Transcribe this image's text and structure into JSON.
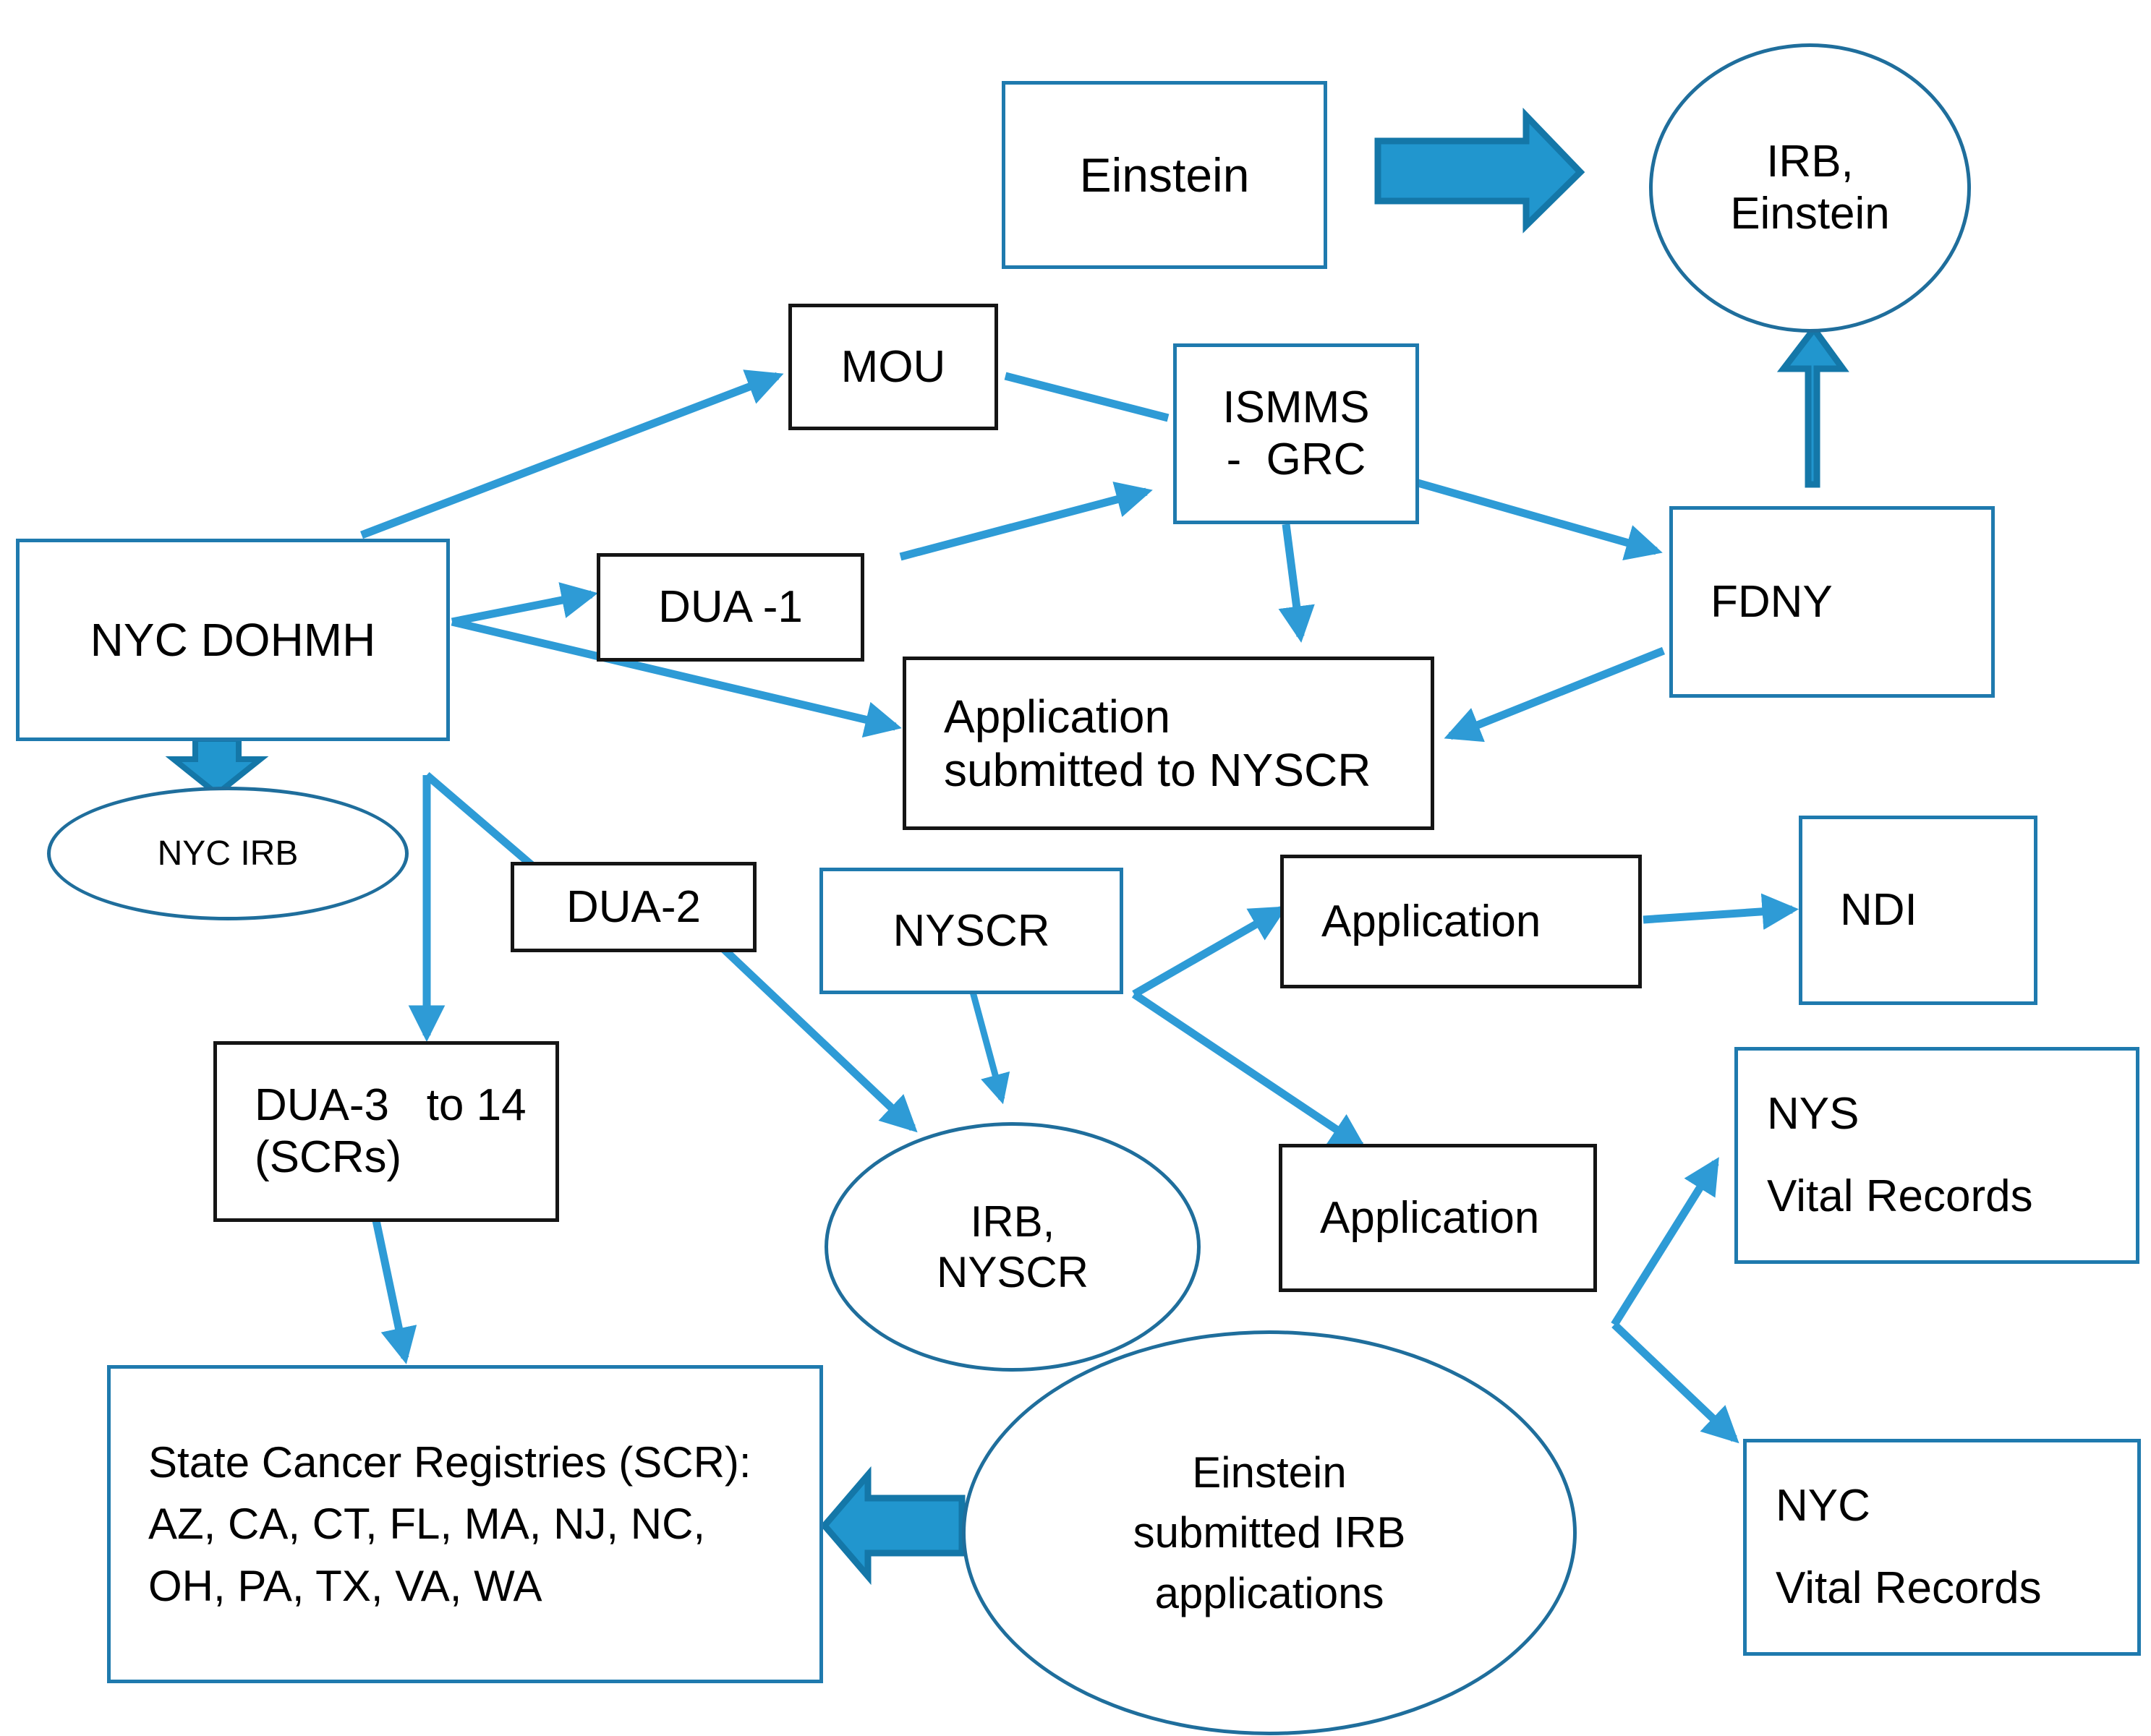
{
  "diagram": {
    "title": "Data use agreement and IRB approval workflow",
    "colors": {
      "line_blue": "#2E9BD6",
      "border_blue": "#1F7AAE",
      "border_black": "#151515",
      "block_arrow_fill": "#2196CE",
      "block_arrow_stroke": "#1477A8",
      "ellipse_stroke": "#1F6E9C",
      "text": "#000000",
      "background": "#FFFFFF"
    },
    "nodes": [
      {
        "id": "einstein",
        "label": "Einstein",
        "shape": "rect",
        "border": "blue"
      },
      {
        "id": "irb-einstein",
        "label": "IRB,\nEinstein",
        "shape": "circle",
        "border": "blue"
      },
      {
        "id": "mou",
        "label": "MOU",
        "shape": "rect",
        "border": "black"
      },
      {
        "id": "ismms-grc",
        "label": "ISMMS\n-  GRC",
        "shape": "rect",
        "border": "blue"
      },
      {
        "id": "nyc-dohmh",
        "label": "NYC DOHMH",
        "shape": "rect",
        "border": "blue"
      },
      {
        "id": "dua-1",
        "label": "DUA -1",
        "shape": "rect",
        "border": "black"
      },
      {
        "id": "fdny",
        "label": "FDNY",
        "shape": "rect",
        "border": "blue"
      },
      {
        "id": "app-to-nyscr",
        "label": "Application\nsubmitted to NYSCR",
        "shape": "rect",
        "border": "black"
      },
      {
        "id": "nyc-irb",
        "label": "NYC IRB",
        "shape": "ellipse",
        "border": "blue"
      },
      {
        "id": "dua-2",
        "label": "DUA-2",
        "shape": "rect",
        "border": "black"
      },
      {
        "id": "nyscr",
        "label": "NYSCR",
        "shape": "rect",
        "border": "blue"
      },
      {
        "id": "application-ndi",
        "label": "Application",
        "shape": "rect",
        "border": "black"
      },
      {
        "id": "ndi",
        "label": "NDI",
        "shape": "rect",
        "border": "blue"
      },
      {
        "id": "dua-3-14",
        "label": "DUA-3   to 14\n(SCRs)",
        "shape": "rect",
        "border": "black"
      },
      {
        "id": "irb-nyscr",
        "label": "IRB,\nNYSCR",
        "shape": "ellipse",
        "border": "blue"
      },
      {
        "id": "application-vr",
        "label": "Application",
        "shape": "rect",
        "border": "black"
      },
      {
        "id": "nys-vital",
        "label": "NYS\n\nVital Records",
        "shape": "rect",
        "border": "blue"
      },
      {
        "id": "nyc-vital",
        "label": "NYC\n\nVital Records",
        "shape": "rect",
        "border": "blue"
      },
      {
        "id": "state-cancer-registries",
        "label": "State Cancer Registries (SCR):\nAZ, CA, CT, FL, MA, NJ, NC,\nOH, PA, TX, VA, WA",
        "shape": "rect",
        "border": "blue"
      },
      {
        "id": "einstein-irb-apps",
        "label": "Einstein\nsubmitted IRB\napplications",
        "shape": "ellipse",
        "border": "blue"
      }
    ],
    "labels": {
      "einstein": "Einstein",
      "irb_einstein_line1": "IRB,",
      "irb_einstein_line2": "Einstein",
      "mou": "MOU",
      "ismms_line1": "ISMMS",
      "ismms_line2": "-  GRC",
      "nyc_dohmh": "NYC DOHMH",
      "dua_1": "DUA -1",
      "fdny": "FDNY",
      "app_nyscr_line1": "Application",
      "app_nyscr_line2": "submitted to NYSCR",
      "nyc_irb": "NYC IRB",
      "dua_2": "DUA-2",
      "nyscr": "NYSCR",
      "application_ndi": "Application",
      "ndi": "NDI",
      "dua_3_14_line1": "DUA-3   to 14",
      "dua_3_14_line2": "(SCRs)",
      "irb_nyscr_line1": "IRB,",
      "irb_nyscr_line2": "NYSCR",
      "application_vr": "Application",
      "nys_line1": "NYS",
      "nys_line2": "Vital Records",
      "nyc_line1": "NYC",
      "nyc_line2": "Vital Records",
      "scr_line1": "State Cancer Registries (SCR):",
      "scr_line2": "AZ, CA, CT, FL, MA, NJ, NC,",
      "scr_line3": "OH, PA, TX, VA, WA",
      "einstein_apps_line1": "Einstein",
      "einstein_apps_line2": "submitted IRB",
      "einstein_apps_line3": "applications"
    },
    "edges": [
      {
        "from": "einstein",
        "to": "irb-einstein",
        "style": "block-arrow",
        "direction": "right"
      },
      {
        "from": "fdny",
        "to": "irb-einstein",
        "style": "block-arrow",
        "direction": "up"
      },
      {
        "from": "nyc-dohmh",
        "to": "mou",
        "style": "line-arrow"
      },
      {
        "from": "nyc-dohmh",
        "to": "dua-1",
        "style": "line-arrow"
      },
      {
        "from": "nyc-dohmh",
        "to": "app-to-nyscr",
        "style": "line-arrow"
      },
      {
        "from": "nyc-dohmh",
        "to": "nyc-irb",
        "style": "block-arrow",
        "direction": "down"
      },
      {
        "from": "nyc-dohmh",
        "to": "dua-3-14",
        "style": "line-arrow"
      },
      {
        "from": "nyc-dohmh",
        "to": "dua-2",
        "style": "line-arrow"
      },
      {
        "from": "mou",
        "to": "ismms-grc",
        "style": "line-plain"
      },
      {
        "from": "dua-1",
        "to": "ismms-grc",
        "style": "line-arrow"
      },
      {
        "from": "ismms-grc",
        "to": "app-to-nyscr",
        "style": "line-arrow"
      },
      {
        "from": "ismms-grc",
        "to": "fdny",
        "style": "line-arrow"
      },
      {
        "from": "fdny",
        "to": "app-to-nyscr",
        "style": "line-arrow"
      },
      {
        "from": "dua-2",
        "to": "irb-nyscr",
        "style": "line-arrow"
      },
      {
        "from": "nyscr",
        "to": "irb-nyscr",
        "style": "line-arrow"
      },
      {
        "from": "nyscr",
        "to": "application-ndi",
        "style": "line-arrow"
      },
      {
        "from": "nyscr",
        "to": "application-vr",
        "style": "line-arrow"
      },
      {
        "from": "application-ndi",
        "to": "ndi",
        "style": "line-arrow"
      },
      {
        "from": "application-vr",
        "to": "nys-vital",
        "style": "line-arrow"
      },
      {
        "from": "application-vr",
        "to": "nyc-vital",
        "style": "line-arrow"
      },
      {
        "from": "dua-3-14",
        "to": "state-cancer-registries",
        "style": "line-arrow"
      },
      {
        "from": "einstein-irb-apps",
        "to": "state-cancer-registries",
        "style": "block-arrow",
        "direction": "left"
      }
    ]
  }
}
